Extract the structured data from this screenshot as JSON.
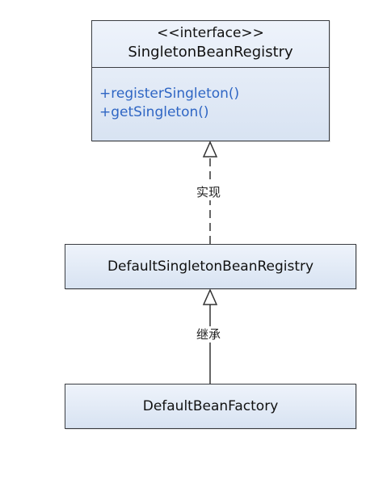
{
  "interface_box": {
    "stereotype": "<<interface>>",
    "name": "SingletonBeanRegistry",
    "methods": [
      "+registerSingleton()",
      "+getSingleton()"
    ]
  },
  "class_middle": {
    "name": "DefaultSingletonBeanRegistry"
  },
  "class_bottom": {
    "name": "DefaultBeanFactory"
  },
  "relations": {
    "realization_label": "实现",
    "generalization_label": "继承"
  },
  "colors": {
    "box_fill_top": "#eef3fb",
    "box_fill_bottom": "#d8e3f2",
    "method_text": "#2f66c4",
    "line": "#333333"
  }
}
